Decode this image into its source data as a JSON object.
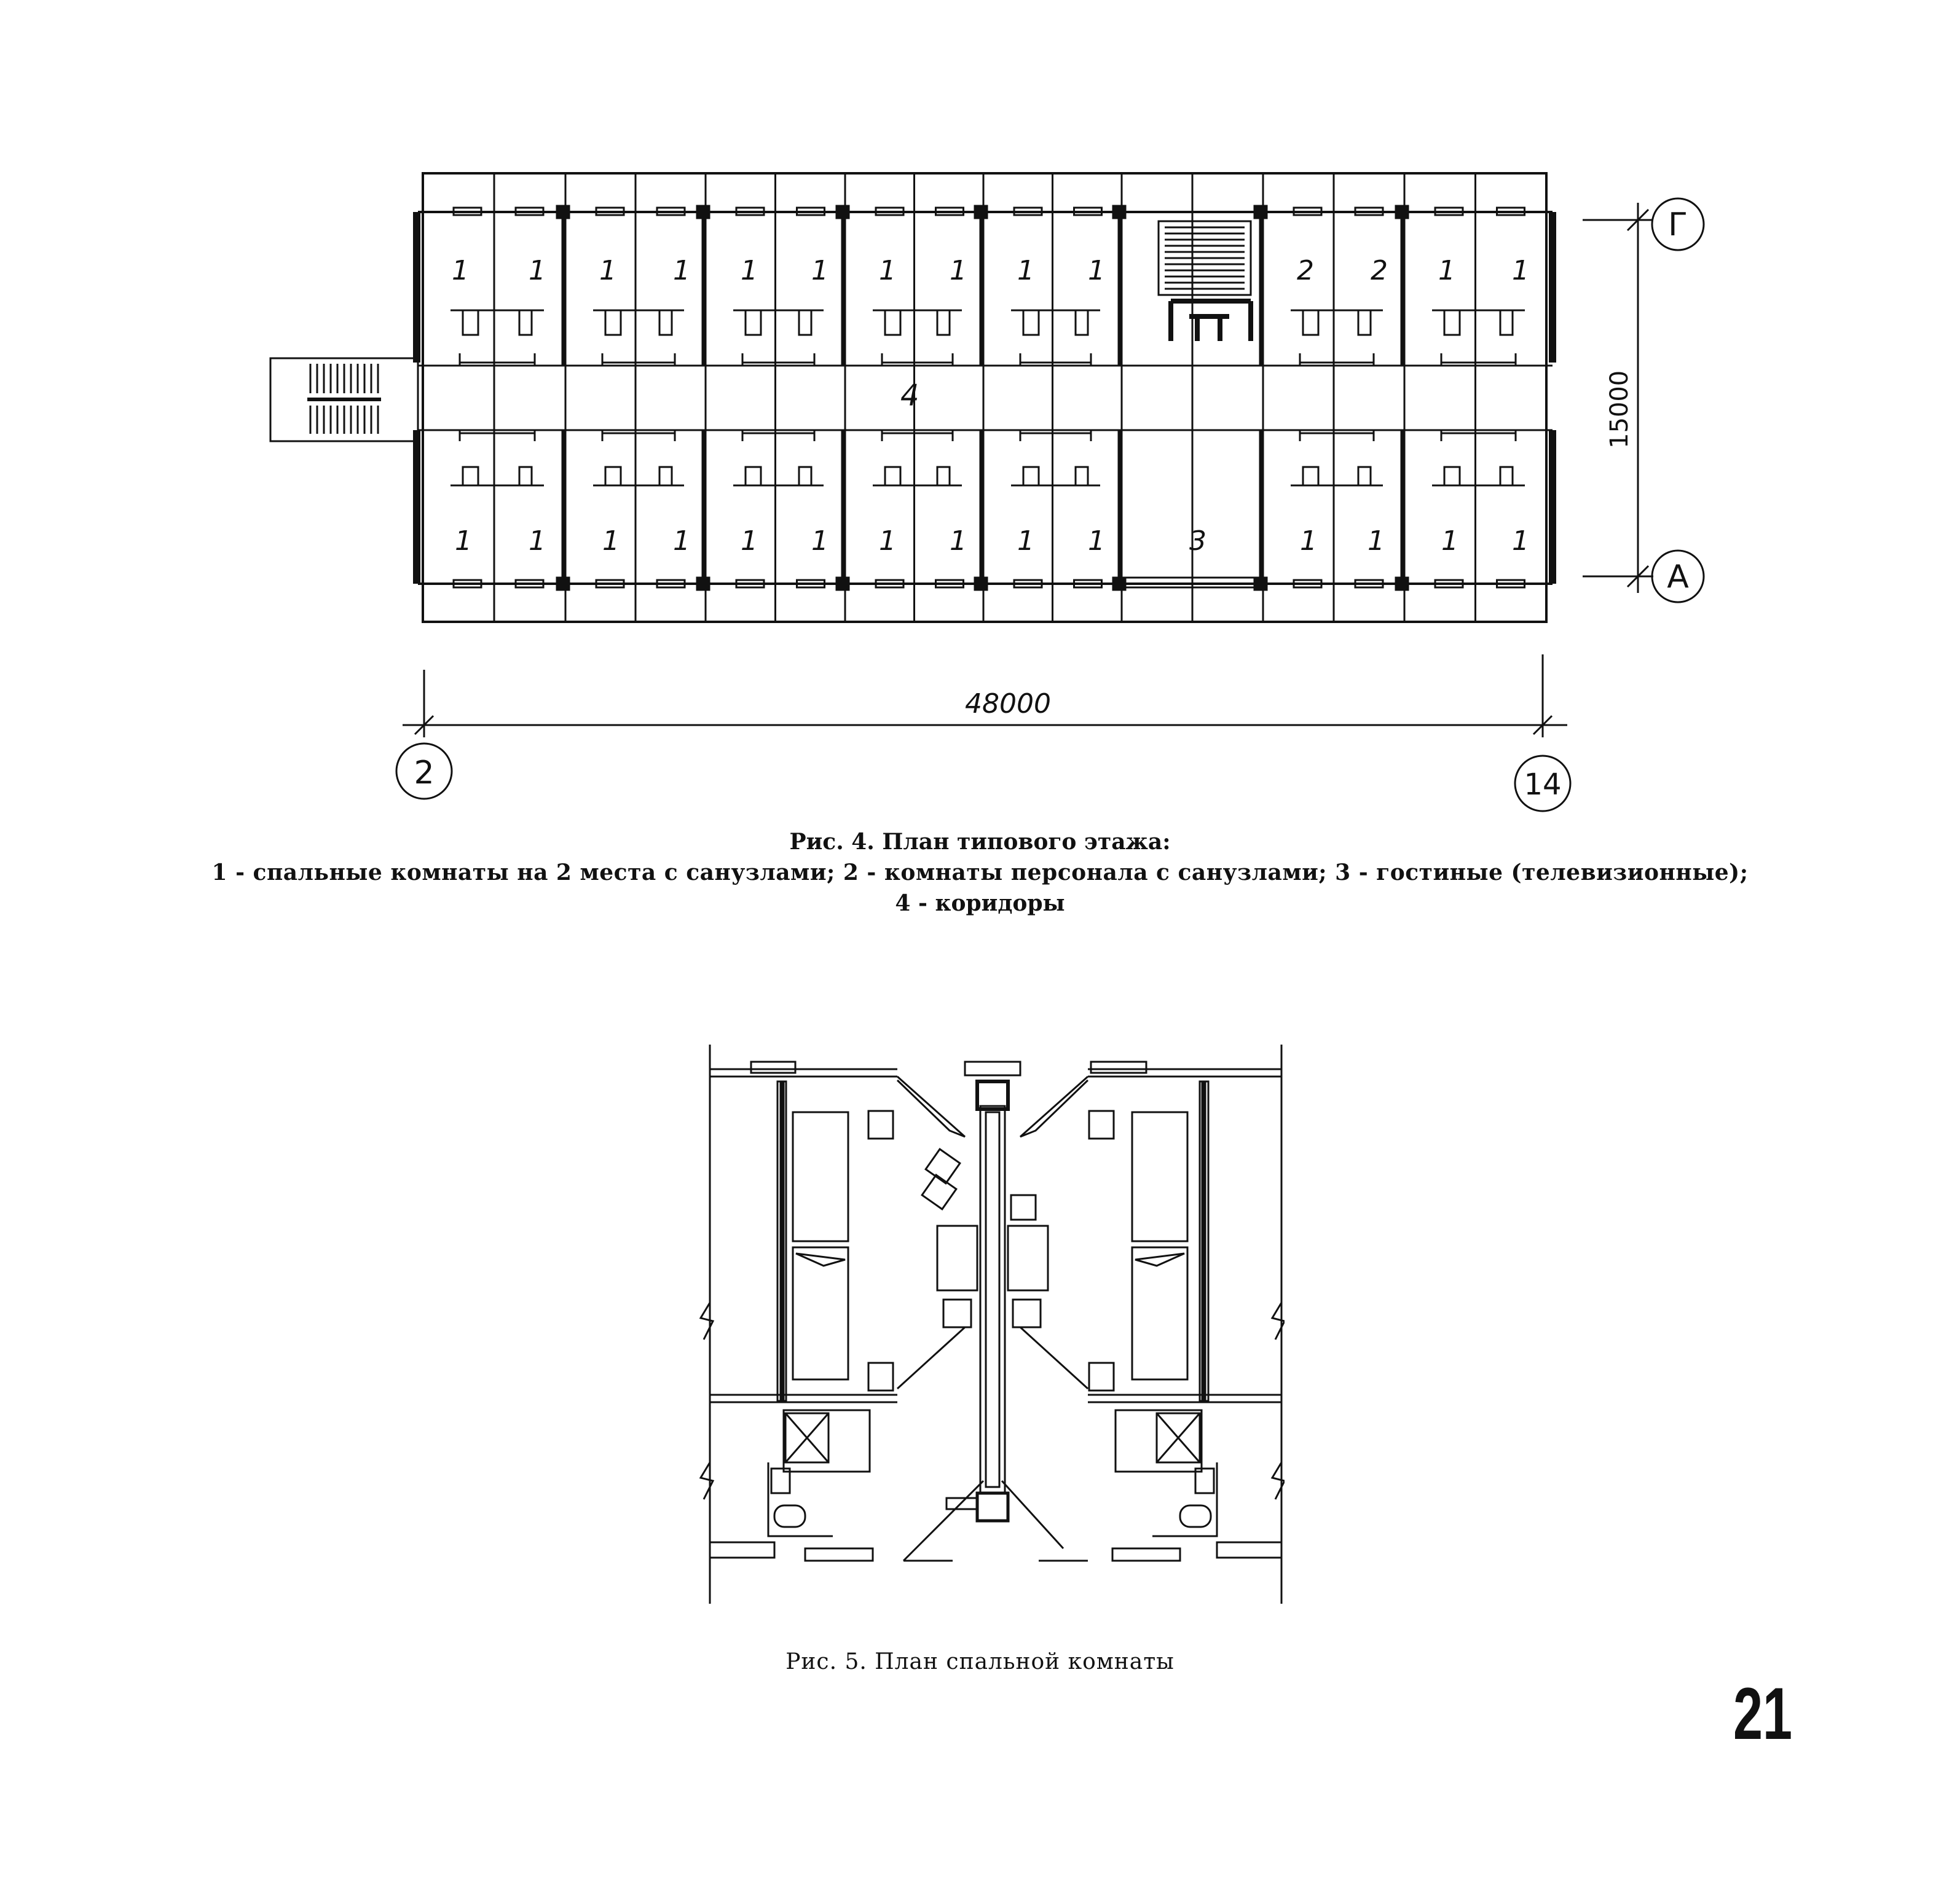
{
  "figure4": {
    "plan_labels": {
      "top_row": [
        "1",
        "1",
        "1",
        "1",
        "1",
        "1",
        "1",
        "1",
        "1",
        "1",
        "2",
        "2",
        "1",
        "1"
      ],
      "bottom_row": [
        "1",
        "1",
        "1",
        "1",
        "1",
        "1",
        "1",
        "1",
        "1",
        "1",
        "3",
        "1",
        "1",
        "1",
        "1"
      ],
      "corridor": "4"
    },
    "dimensions": {
      "length": "48000",
      "width": "15000"
    },
    "axes": {
      "left": "2",
      "right": "14",
      "top": "Г",
      "bottom": "А"
    },
    "caption_title": "Рис. 4. План типового этажа:",
    "caption_line1": "1 - спальные комнаты на 2 места с санузлами; 2 - комнаты персонала с санузлами; 3 - гостиные   (телевизионные);",
    "caption_line2": "4 - коридоры"
  },
  "figure5": {
    "caption": "Рис. 5. План спальной комнаты"
  },
  "page_number": "21"
}
